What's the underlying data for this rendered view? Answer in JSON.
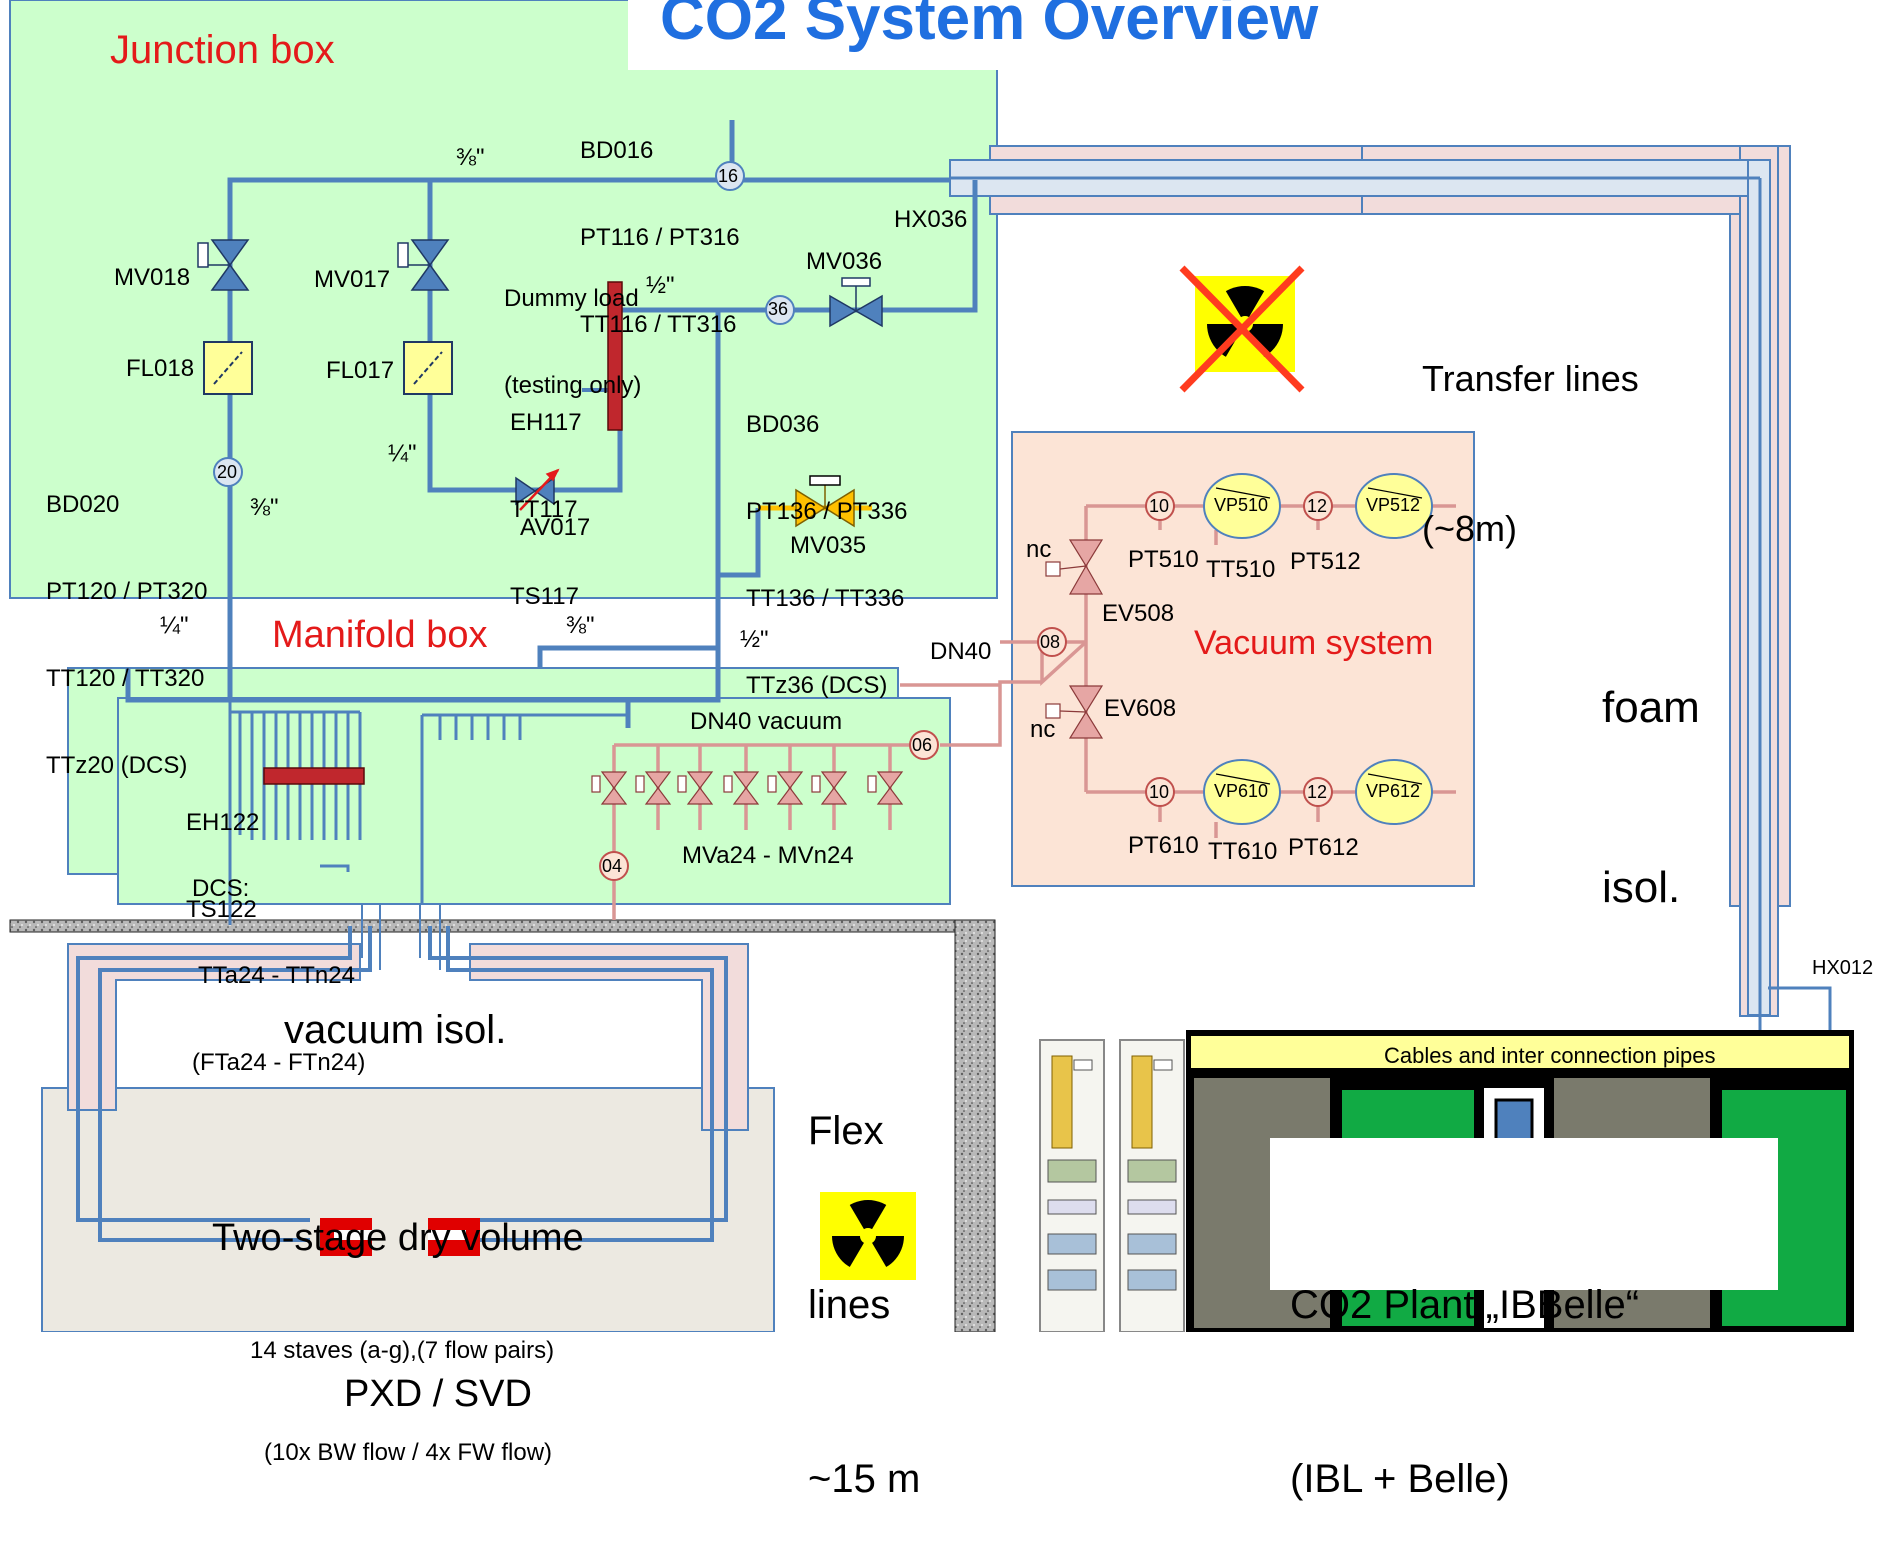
{
  "title": "CO2 System Overview",
  "junction_box": {
    "label": "Junction box",
    "bd016": [
      "BD016",
      "PT116 / PT316",
      "TT116 / TT316"
    ],
    "sensor16": "16",
    "size_top": "⅜\"",
    "mv018": "MV018",
    "mv017": "MV017",
    "fl018": "FL018",
    "fl017": "FL017",
    "dummy_load": [
      "Dummy load",
      "(testing only)"
    ],
    "size_half": "½\"",
    "mv036": "MV036",
    "hx036": "HX036",
    "sensor36": "36",
    "bd036": [
      "BD036",
      "PT136 / PT336",
      "TT136 / TT336",
      "TTz36 (DCS)"
    ],
    "eh117": [
      "EH117",
      "TT117",
      "TS117"
    ],
    "bd020": [
      "BD020",
      "PT120 / PT320",
      "TT120 / TT320",
      "TTz20 (DCS)"
    ],
    "sensor20": "20",
    "size_quarter": "¼\"",
    "size_38": "⅜\"",
    "av017": "AV017",
    "mv035": "MV035"
  },
  "manifold_box": {
    "label": "Manifold box",
    "size_quarter": "¼\"",
    "size_38": "⅜\"",
    "size_half": "½\"",
    "dn40_vacuum": "DN40 vacuum",
    "eh122": [
      "EH122",
      "TS122"
    ],
    "dcs": [
      "DCS:",
      "TTa24 - TTn24",
      "(FTa24 - FTn24)"
    ],
    "sensor06": "06",
    "sensor04": "04",
    "mva24": "MVa24 - MVn24"
  },
  "vacuum_system": {
    "label": "Vacuum system",
    "dn40": "DN40",
    "sensor08": "08",
    "nc_top": "nc",
    "ev508": "EV508",
    "nc_bottom": "nc",
    "ev608": "EV608",
    "pt510": "PT510",
    "tt510": "TT510",
    "pt512": "PT512",
    "pt610": "PT610",
    "tt610": "TT610",
    "pt612": "PT612",
    "s10a": "10",
    "s12a": "12",
    "s10b": "10",
    "s12b": "12",
    "vp510": "VP510",
    "vp512": "VP512",
    "vp610": "VP610",
    "vp612": "VP612"
  },
  "transfer": {
    "lines": [
      "Transfer lines",
      "(~8m)"
    ],
    "foam": [
      "foam",
      "isol."
    ],
    "hx012": "HX012"
  },
  "flex": {
    "vacuum_isol": "vacuum isol.",
    "flex_lines": [
      "Flex",
      "lines",
      "~15 m"
    ],
    "dry_volume": [
      "Two-stage dry volume",
      "PXD / SVD"
    ],
    "staves": [
      "14 staves (a-g),(7 flow pairs)",
      "(10x BW flow / 4x FW flow)"
    ]
  },
  "plant": {
    "cables": "Cables and inter connection pipes",
    "name": [
      "CO2 Plant „IBBelle“",
      "(IBL + Belle)"
    ]
  },
  "colors": {
    "junction_fill": "#ccffcc",
    "vacuum_fill": "#fce4d6",
    "pipe_blue": "#4f81bd",
    "pipe_pink": "#d99694",
    "title_blue": "#1f6fe0",
    "label_red": "#e41a1a"
  }
}
